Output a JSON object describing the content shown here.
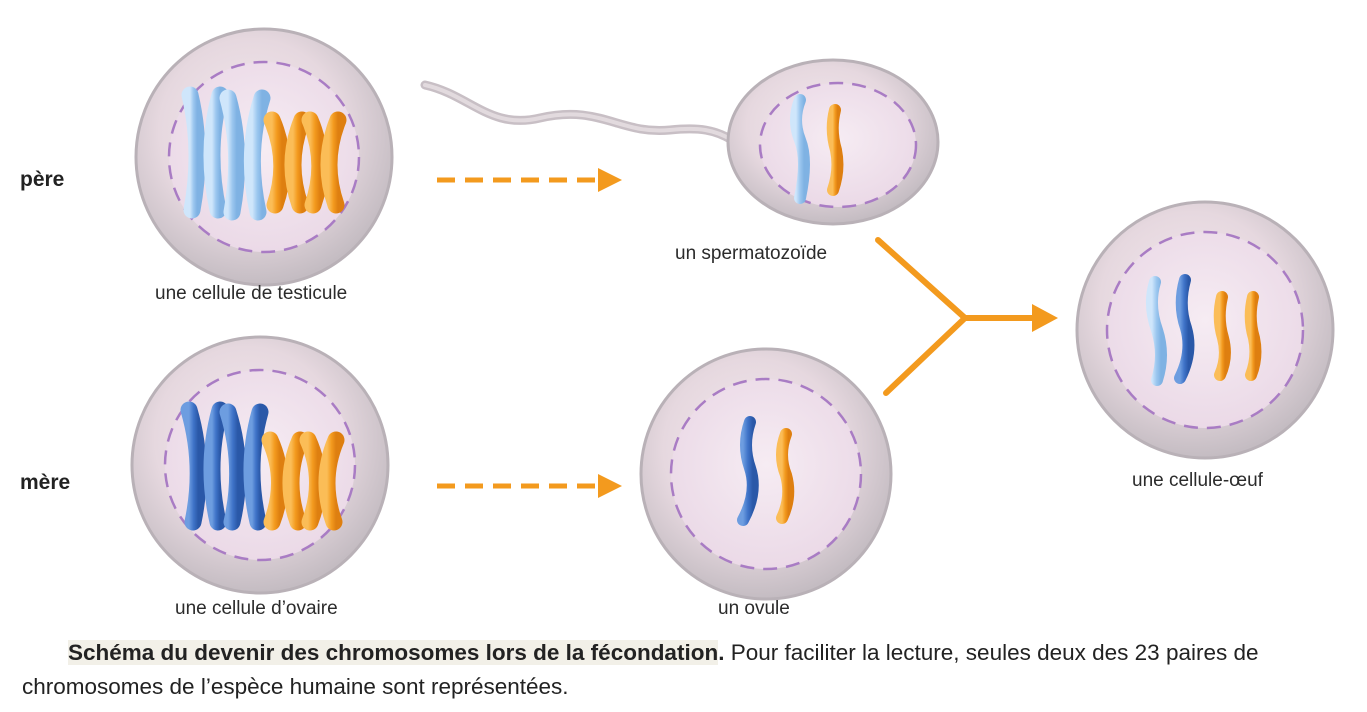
{
  "labels": {
    "father": "père",
    "mother": "mère",
    "testis_cell": "une cellule de testicule",
    "sperm": "un spermatozoïde",
    "ovary_cell": "une cellule d’ovaire",
    "ovum": "un ovule",
    "zygote": "une cellule-œuf"
  },
  "caption": {
    "title": "Schéma du devenir des chromosomes lors de la fécondation",
    "text": "Pour faciliter la lecture, seules deux des 23 paires de chromosomes de l’espèce humaine sont représentées."
  },
  "colors": {
    "paternal_chromosome": "#a8cdf0",
    "maternal_chromosome": "#3f73c8",
    "orange_chromosome": "#f39a1e",
    "arrow": "#f39a1e",
    "nucleus_border": "#a97cc4"
  }
}
